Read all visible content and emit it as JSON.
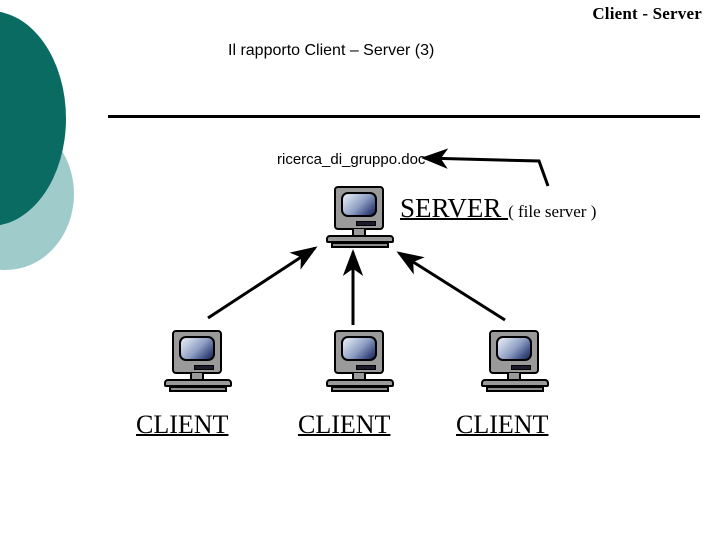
{
  "slide": {
    "header_right": "Client - Server",
    "title": "Il rapporto Client – Server (3)",
    "colors": {
      "deco_dark_teal": "#0a6b63",
      "deco_light_teal": "#9fcccb",
      "divider": "#000000",
      "text": "#000000",
      "monitor_body": "#9a9a9a",
      "screen_gradient_start": "#e9edf4",
      "screen_gradient_end": "#1e2a55"
    }
  },
  "diagram": {
    "document_label": "ricerca_di_gruppo.doc",
    "server": {
      "label": "SERVER ",
      "sub_label": "( file server )",
      "icon": "desktop-computer-icon"
    },
    "clients": [
      {
        "label": "CLIENT",
        "icon": "desktop-computer-icon"
      },
      {
        "label": "CLIENT",
        "icon": "desktop-computer-icon"
      },
      {
        "label": "CLIENT",
        "icon": "desktop-computer-icon"
      }
    ],
    "arrows": [
      {
        "name": "arrow-client1-to-server",
        "from": "client-1",
        "to": "server"
      },
      {
        "name": "arrow-client2-to-server",
        "from": "client-2",
        "to": "server"
      },
      {
        "name": "arrow-client3-to-server",
        "from": "client-3",
        "to": "server"
      },
      {
        "name": "arrow-callout-to-document",
        "from": "server-label",
        "to": "document-label"
      }
    ]
  }
}
